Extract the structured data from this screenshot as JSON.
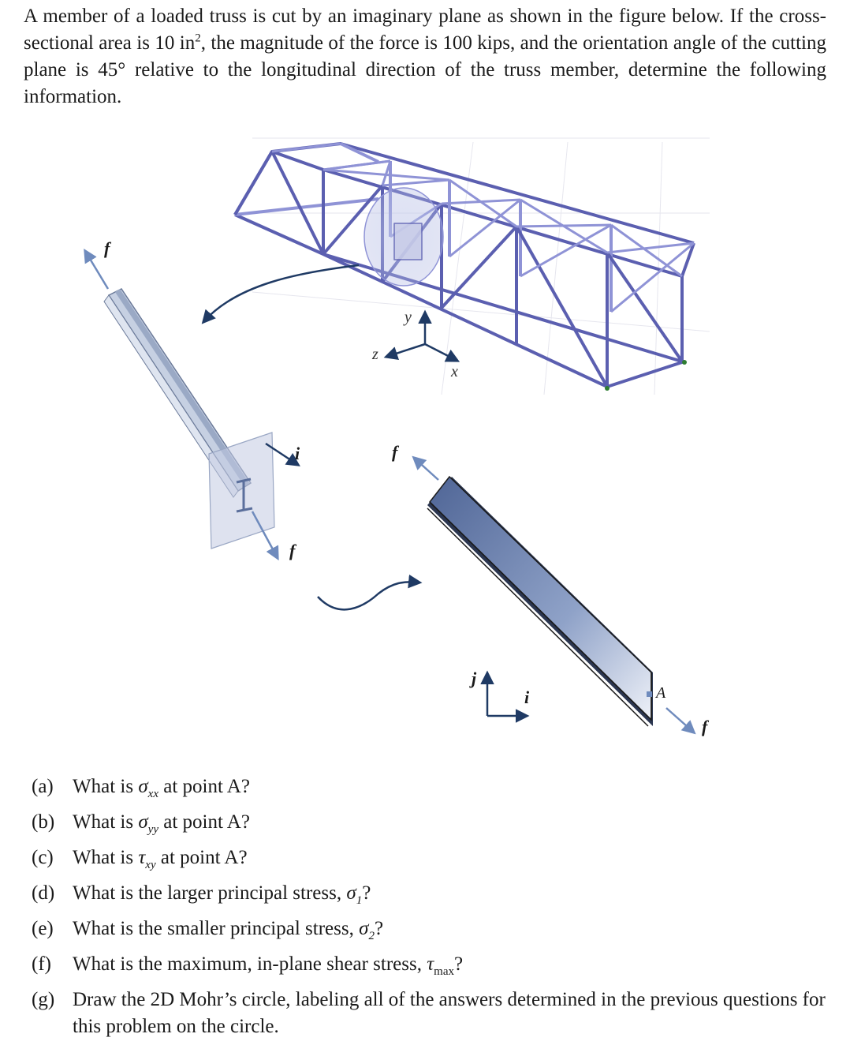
{
  "problem": {
    "intro_part1": "A member of a loaded truss is cut by an imaginary plane as shown in the figure below. If the cross-sectional area is 10 in",
    "intro_sup": "2",
    "intro_part2": ", the magnitude of the force is 100 kips, and the orientation angle of the cutting plane is 45° relative to the longitudinal direction of the truss member, determine the following information."
  },
  "figure": {
    "labels": {
      "f_top_left": "f",
      "i_upper": "i",
      "f_lower_left": "f",
      "f_center": "f",
      "y_axis": "y",
      "z_axis": "z",
      "x_axis": "x",
      "j_axis": "j",
      "i_axis": "i",
      "point_A": "A",
      "f_right": "f"
    },
    "colors": {
      "truss": "#5b5fb0",
      "truss_light": "#8f93d6",
      "arrow": "#1f3a64",
      "force_arrow": "#7f98c2",
      "plate": "#c3cbe2",
      "beam_dark": "#5b6f9c",
      "beam_light": "#e5e9f3"
    }
  },
  "questions": [
    {
      "label": "(a)",
      "pre": "What is ",
      "sym": "σ",
      "sub": "xx",
      "post": " at point A?"
    },
    {
      "label": "(b)",
      "pre": "What is ",
      "sym": "σ",
      "sub": "yy",
      "post": " at point A?"
    },
    {
      "label": "(c)",
      "pre": "What is ",
      "sym": "τ",
      "sub": "xy",
      "post": " at point A?"
    },
    {
      "label": "(d)",
      "pre": "What is the larger principal stress, ",
      "sym": "σ",
      "sub": "1",
      "post": "?"
    },
    {
      "label": "(e)",
      "pre": "What is the smaller principal stress, ",
      "sym": "σ",
      "sub": "2",
      "post": "?"
    },
    {
      "label": "(f)",
      "pre": "What is the maximum, in-plane shear stress, ",
      "sym": "τ",
      "sub": "max",
      "post": "?"
    },
    {
      "label": "(g)",
      "pre": "Draw the 2D Mohr’s circle, labeling all of the answers determined in the previous questions for this problem on the circle.",
      "sym": "",
      "sub": "",
      "post": ""
    }
  ]
}
